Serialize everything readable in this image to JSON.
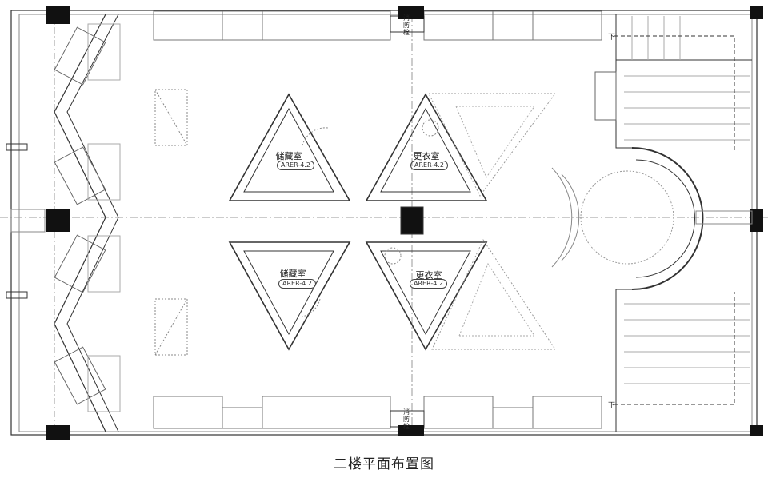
{
  "caption": "二楼平面布置图",
  "rooms": [
    {
      "name": "储藏室",
      "tag": "ARER-4.2"
    },
    {
      "name": "更衣室",
      "tag": "ARER-4.2"
    },
    {
      "name": "储藏室",
      "tag": "ARER-4.2"
    },
    {
      "name": "更衣室",
      "tag": "ARER-4.2"
    }
  ],
  "hydrant_label": "消防栓",
  "stair_down_label": "下"
}
